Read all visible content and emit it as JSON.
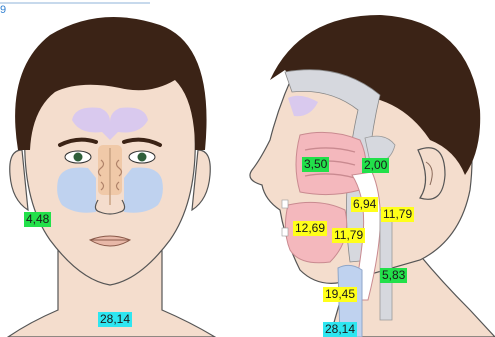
{
  "colors": {
    "green": "#22e04a",
    "yellow": "#ffff1a",
    "cyan": "#2ee6f0",
    "hair": "#3b2316",
    "skin": "#f4ddcd",
    "sinus_frontal": "#d9c9ee",
    "sinus_maxillary": "#bfd2ef",
    "tissue": "#f4b8bd",
    "bone": "#d6d8de"
  },
  "labels": {
    "front_maxillary": "4,48",
    "front_neck": "28,14",
    "side_upper_left": "3,50",
    "side_upper_right": "2,00",
    "side_mid": "6,94",
    "side_right": "11,79",
    "side_oral_left": "12,69",
    "side_oral_right": "11,79",
    "side_pharynx": "5,83",
    "side_lower": "19,45",
    "side_neck": "28,14"
  }
}
